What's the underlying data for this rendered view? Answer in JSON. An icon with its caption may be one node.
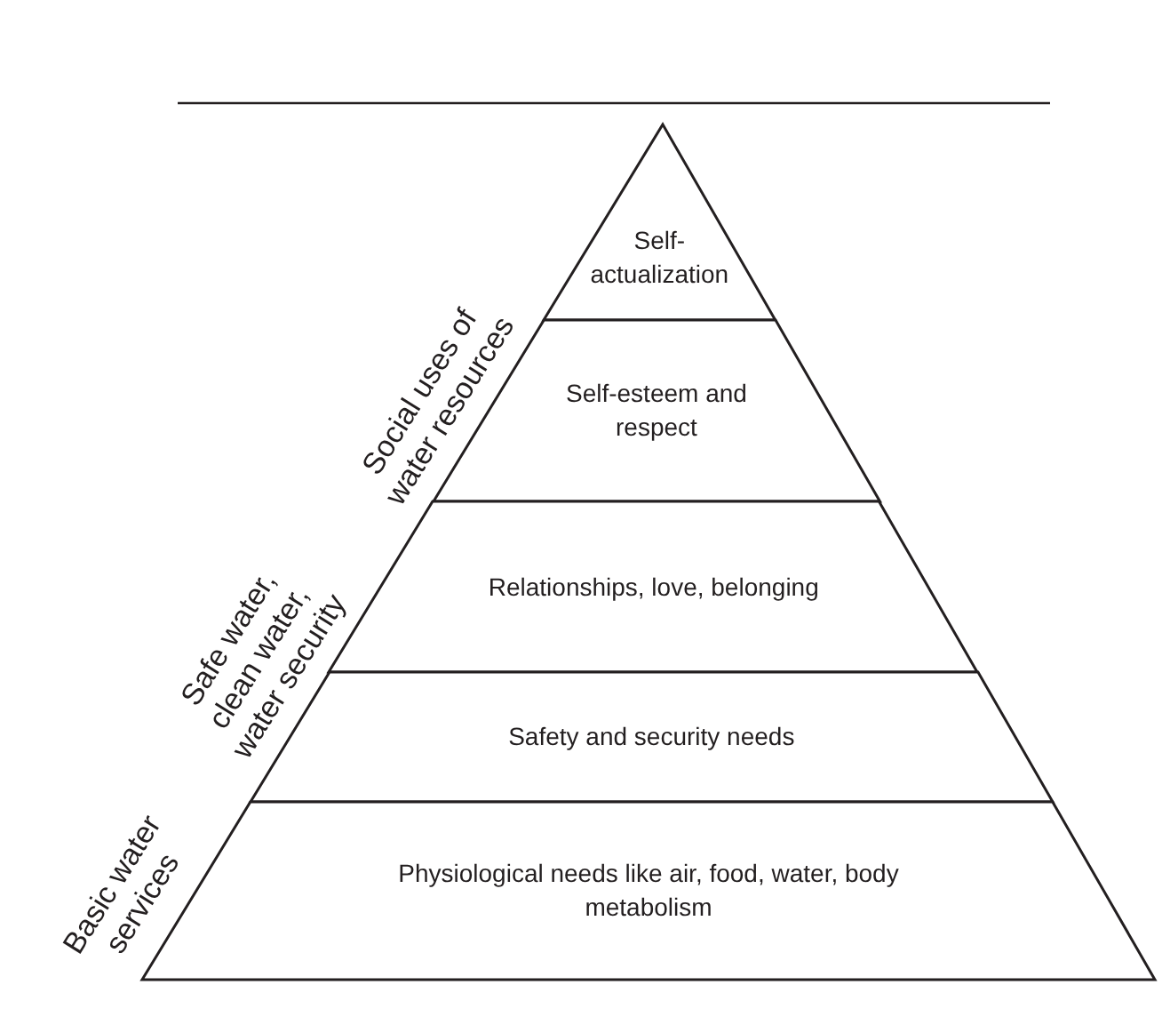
{
  "diagram": {
    "nodes": [
      {
        "text": [
          "Self-actualization"
        ]
      },
      {
        "text": [
          "Self-esteem and respect"
        ]
      },
      {
        "text": [
          "Relationships, love, belonging"
        ]
      },
      {
        "text": [
          "Safety and security needs"
        ]
      },
      {
        "text": [
          "Physiological needs like air, food, water, body metabolism"
        ]
      }
    ],
    "labels": [
      "Social uses of water resources",
      "Safe water, clean water, water security",
      "Basic water services"
    ]
  }
}
